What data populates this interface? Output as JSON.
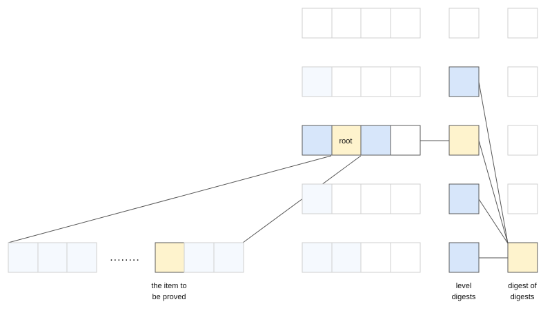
{
  "colors": {
    "white": "#ffffff",
    "light": "#f5f9fe",
    "blue": "#d7e6fa",
    "yellow": "#fef3cd",
    "cell_border_dark": "#5a5a5a",
    "cell_border_light": "#cfcfcf",
    "line": "#555555"
  },
  "labels": {
    "root": "root",
    "ellipsis": "........",
    "item_line1": "the item to",
    "item_line2": "be proved",
    "level_line1": "level",
    "level_line2": "digests",
    "digest_line1": "digest of",
    "digest_line2": "digests"
  },
  "grid": {
    "rows": [
      {
        "cells": [
          "white",
          "white",
          "white",
          "white"
        ],
        "level": "white",
        "right": "white",
        "emphasis": false
      },
      {
        "cells": [
          "light",
          "white",
          "white",
          "white"
        ],
        "level": "blue",
        "right": "white",
        "emphasis": false
      },
      {
        "cells": [
          "blue",
          "yellow",
          "blue",
          "white"
        ],
        "level": "yellow",
        "right": "white",
        "emphasis": true
      },
      {
        "cells": [
          "light",
          "white",
          "white",
          "white"
        ],
        "level": "blue",
        "right": "white",
        "emphasis": false
      },
      {
        "cells": [
          "light",
          "light",
          "white",
          "white"
        ],
        "level": "blue",
        "right": "yellow",
        "emphasis": true
      }
    ]
  },
  "bottom_row": {
    "left_cells": [
      "light",
      "light",
      "light"
    ],
    "right_cells": [
      "yellow",
      "light",
      "light"
    ]
  }
}
